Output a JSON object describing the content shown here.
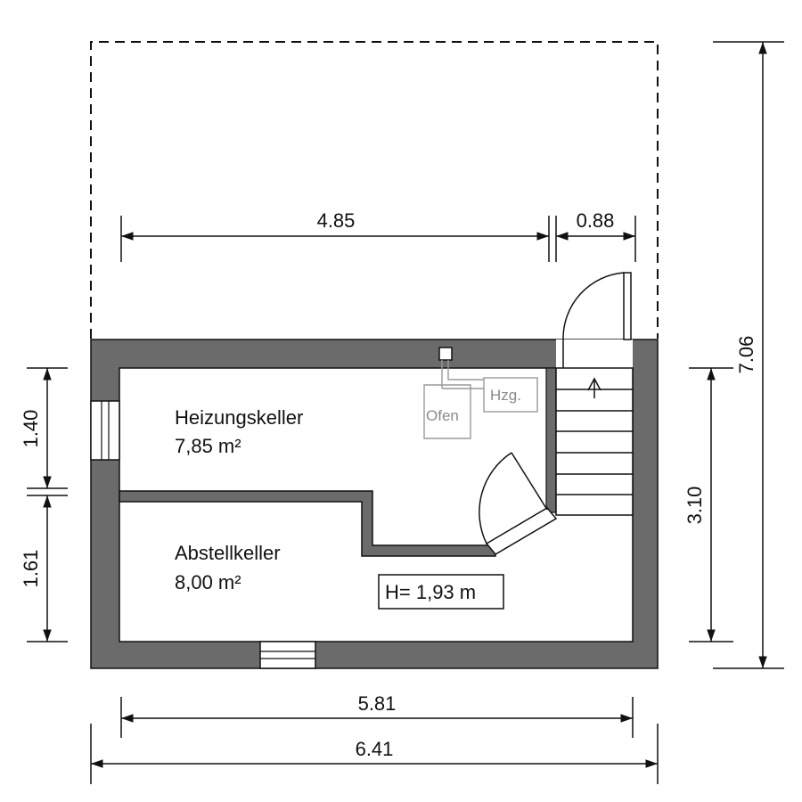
{
  "dimensions": {
    "top_left": "4.85",
    "top_right": "0.88",
    "left_upper": "1.40",
    "left_lower": "1.61",
    "right_inner": "3.10",
    "right_outer": "7.06",
    "bottom_inner": "5.81",
    "bottom_outer": "6.41"
  },
  "rooms": {
    "heating": {
      "name": "Heizungskeller",
      "area": "7,85 m²"
    },
    "storage": {
      "name": "Abstellkeller",
      "area": "8,00 m²"
    }
  },
  "equipment": {
    "heating": "Hzg.",
    "oven": "Ofen"
  },
  "height_label": "H= 1,93 m",
  "colors": {
    "wall": "#6b6b6b",
    "line": "#111111",
    "equipment": "#9a9a9a"
  }
}
